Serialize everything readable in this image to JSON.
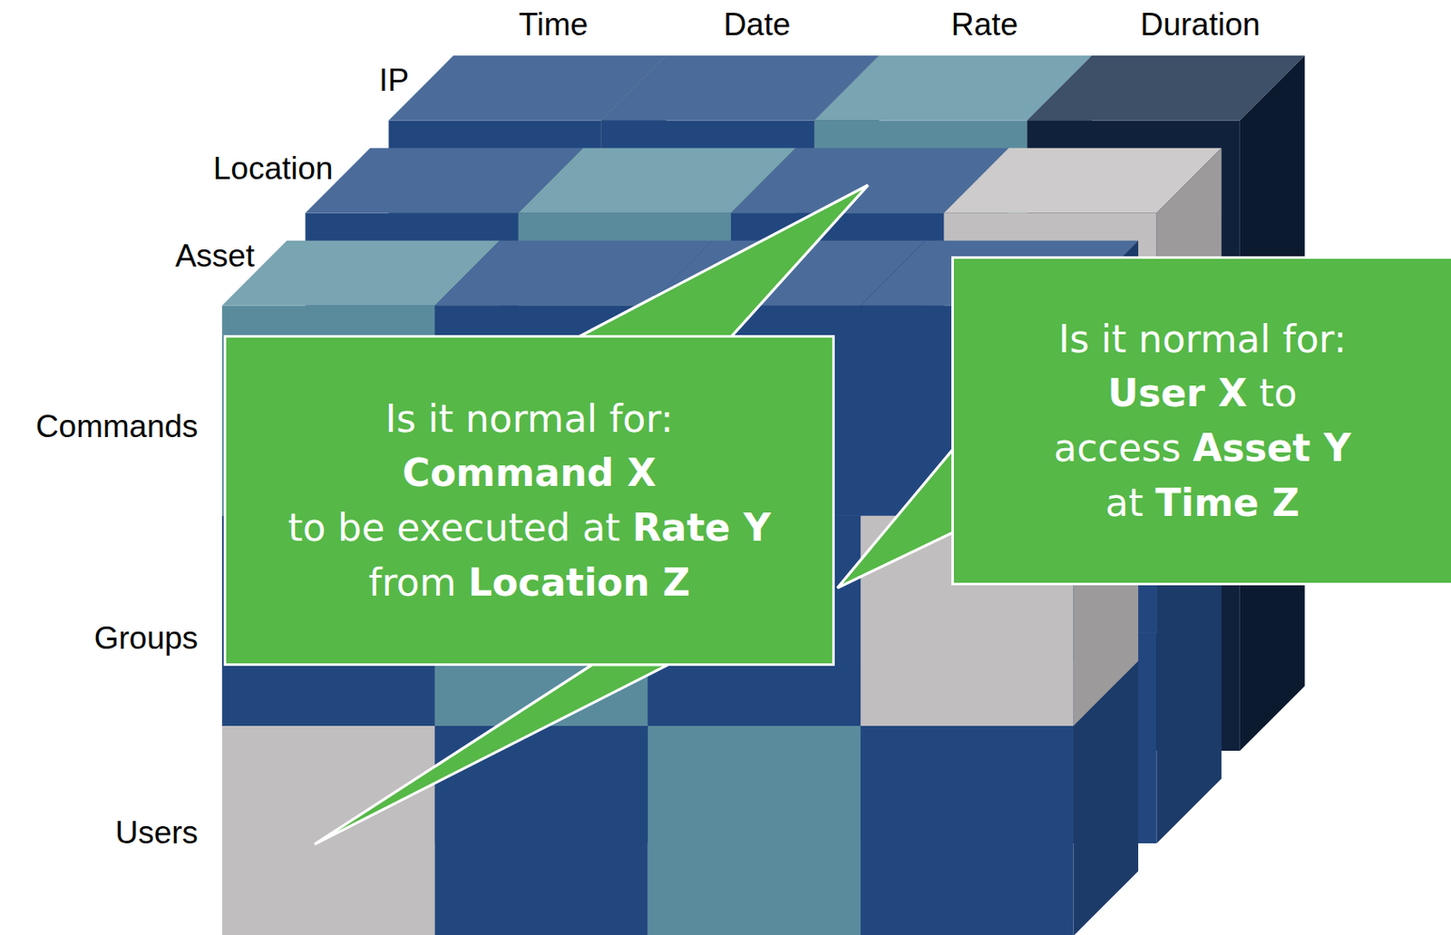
{
  "diagram": {
    "nodes": [
      {
        "text": [
          "Is it normal for:",
          "Command X",
          "to be executed at",
          "Rate Y",
          "from",
          "Location Z"
        ]
      },
      {
        "text": [
          "Is it normal for:",
          "User X",
          "to",
          "access",
          "Asset Y",
          "at",
          "Time Z"
        ]
      }
    ],
    "labels": [
      "Time",
      "Date",
      "Rate",
      "Duration",
      "IP",
      "Location",
      "Asset",
      "Commands",
      "Groups",
      "Users"
    ]
  }
}
